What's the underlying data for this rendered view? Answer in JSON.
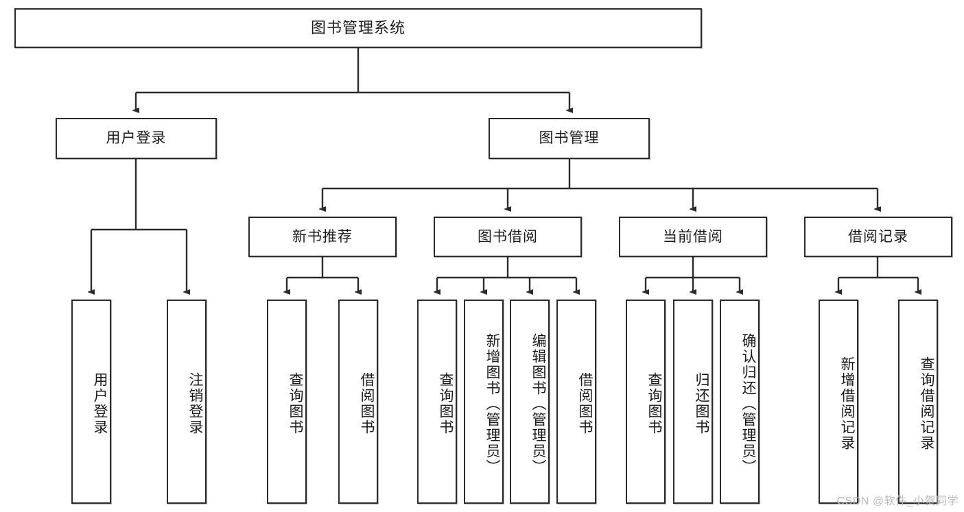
{
  "diagram": {
    "title": "图书管理系统",
    "type": "tree",
    "watermark": "CSDN @软件_小贺同学",
    "colors": {
      "stroke": "#2b2b2b",
      "fill": "#ffffff",
      "text": "#1a1a1a",
      "watermark": "#b9b9b9"
    },
    "nodes": {
      "root": {
        "label": "图书管理系统",
        "orientation": "horizontal"
      },
      "level2": [
        {
          "label": "用户登录",
          "orientation": "horizontal"
        },
        {
          "label": "图书管理",
          "orientation": "horizontal"
        }
      ],
      "level3": [
        {
          "label": "新书推荐",
          "orientation": "horizontal"
        },
        {
          "label": "图书借阅",
          "orientation": "horizontal"
        },
        {
          "label": "当前借阅",
          "orientation": "horizontal"
        },
        {
          "label": "借阅记录",
          "orientation": "horizontal"
        }
      ],
      "leaves": {
        "user_login": [
          {
            "label": "用户登录",
            "orientation": "vertical"
          },
          {
            "label": "注销登录",
            "orientation": "vertical"
          }
        ],
        "new_book_recommend": [
          {
            "label": "查询图书",
            "orientation": "vertical"
          },
          {
            "label": "借阅图书",
            "orientation": "vertical"
          }
        ],
        "book_borrow": [
          {
            "label": "查询图书",
            "orientation": "vertical"
          },
          {
            "label": "新增图书（管理员）",
            "orientation": "vertical"
          },
          {
            "label": "编辑图书（管理员）",
            "orientation": "vertical"
          },
          {
            "label": "借阅图书",
            "orientation": "vertical"
          }
        ],
        "current_borrow": [
          {
            "label": "查询图书",
            "orientation": "vertical"
          },
          {
            "label": "归还图书",
            "orientation": "vertical"
          },
          {
            "label": "确认归还（管理员）",
            "orientation": "vertical"
          }
        ],
        "borrow_record": [
          {
            "label": "新增借阅记录",
            "orientation": "vertical"
          },
          {
            "label": "查询借阅记录",
            "orientation": "vertical"
          }
        ]
      }
    }
  }
}
